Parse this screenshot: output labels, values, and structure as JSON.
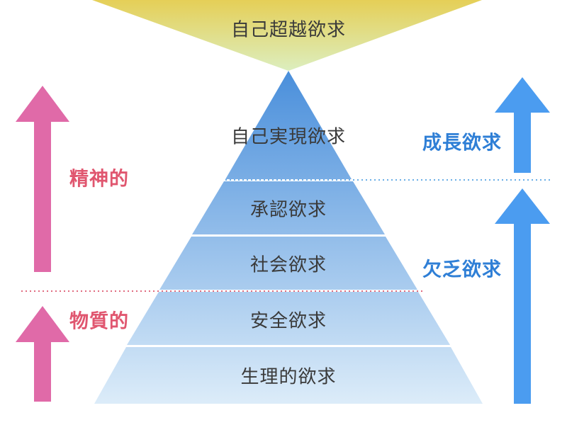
{
  "diagram": {
    "top_label": "自己超越欲求",
    "tiers": [
      {
        "label": "自己実現欲求"
      },
      {
        "label": "承認欲求"
      },
      {
        "label": "社会欲求"
      },
      {
        "label": "安全欲求"
      },
      {
        "label": "生理的欲求"
      }
    ],
    "left_labels": {
      "upper": "精神的",
      "lower": "物質的"
    },
    "right_labels": {
      "upper": "成長欲求",
      "lower": "欠乏欲求"
    },
    "colors": {
      "funnel_top": "#e5cf57",
      "funnel_bottom": "#dceebf",
      "pyramid_top": "#4a8fdb",
      "pyramid_bottom": "#dcecf9",
      "left_arrow": "#e06aa8",
      "right_arrow": "#4b9cf0",
      "pink_text": "#e0566f",
      "blue_text": "#2f7fd6",
      "pink_divider": "#e06c80",
      "blue_divider": "#6aaee6"
    },
    "icons": {
      "left_arrows": "arrow-up-icon",
      "right_arrows": "arrow-up-icon"
    }
  }
}
